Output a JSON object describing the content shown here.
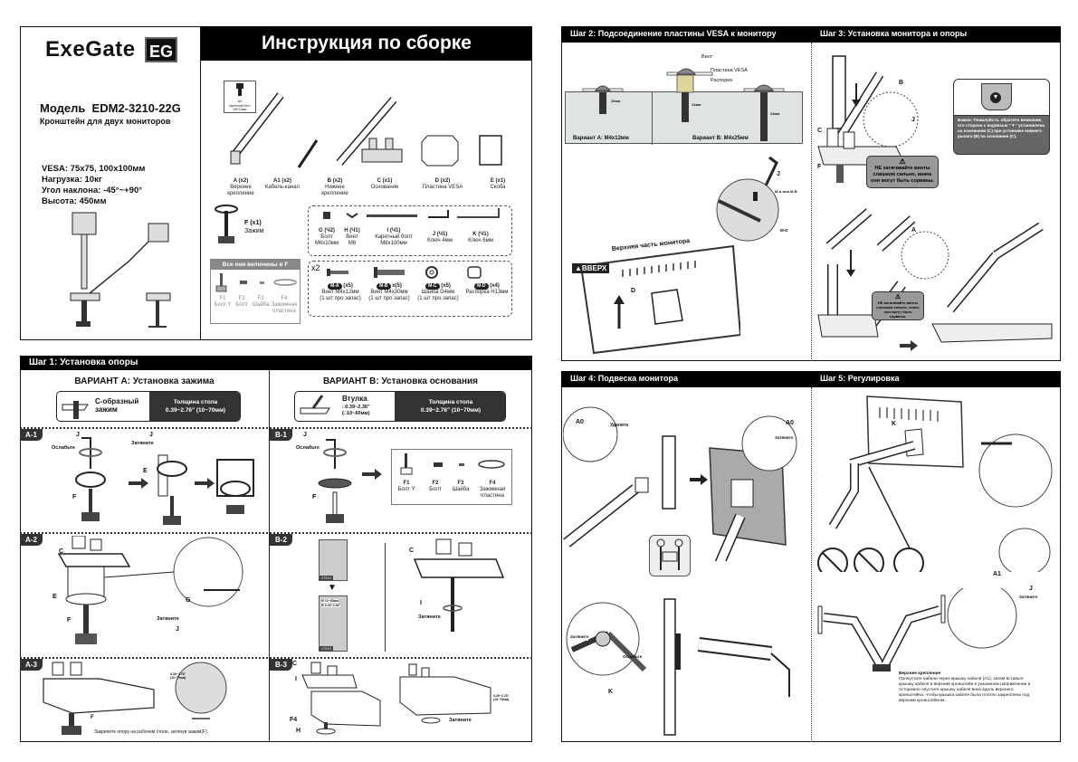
{
  "brand": {
    "name": "ExeGate",
    "logo_mark": "EG"
  },
  "header": {
    "title": "Инструкция по сборке"
  },
  "product": {
    "model": "Модель  EDM2-3210-22G",
    "subtitle": "Кронштейн для двух мониторов",
    "specs": [
      "VESA: 75x75, 100x100мм",
      "Нагрузка: 10кг",
      "Угол наклона: -45°~+90°",
      "Высота: 450мм"
    ]
  },
  "parts": {
    "a0": {
      "code": "A0",
      "desc": "каретный болт M8*10мм"
    },
    "main": [
      {
        "code": "A (x2)",
        "name": "Верхнее крепление"
      },
      {
        "code": "A1 (x2)",
        "name": "Кабель-канал"
      },
      {
        "code": "B (x2)",
        "name": "Нижнее крепление"
      },
      {
        "code": "C (x1)",
        "name": "Основание"
      },
      {
        "code": "D (x2)",
        "name": "Пластина VESA"
      },
      {
        "code": "E (x1)",
        "name": "Скоба"
      }
    ],
    "clamp": {
      "code": "F (x1)",
      "name": "Зажим"
    },
    "clamp_included_title": "Все они включены в F",
    "clamp_items": [
      {
        "code": "F1",
        "name": "Болт Y"
      },
      {
        "code": "F2",
        "name": "Болт"
      },
      {
        "code": "F3",
        "name": "Шайба"
      },
      {
        "code": "F4",
        "name": "Зажимная пластина"
      }
    ],
    "hardware": [
      {
        "code": "G (Ч2)",
        "name": "Болт",
        "size": "M6x10мм"
      },
      {
        "code": "H (Ч1)",
        "name": "Винт",
        "size": "M8"
      },
      {
        "code": "I (Ч1)",
        "name": "Каретный болт",
        "size": "M8x100мм"
      },
      {
        "code": "J (Ч1)",
        "name": "Ключ 4мм",
        "size": ""
      },
      {
        "code": "K (Ч1)",
        "name": "Ключ 6мм",
        "size": ""
      }
    ],
    "multiplier": "x2",
    "screws": [
      {
        "badge": "M-A",
        "qty": "(x5)",
        "name": "Винт M4x12мм",
        "note": "(1 шт про запас)"
      },
      {
        "badge": "M-B",
        "qty": "x(5)",
        "name": "Винт M4x30мм",
        "note": "(1 шт про запас)"
      },
      {
        "badge": "M-C",
        "qty": "(x5)",
        "name": "Шайба D4мм",
        "note": "(1 шт про запас)"
      },
      {
        "badge": "M-D",
        "qty": "(x4)",
        "name": "Распорка H13мм",
        "note": ""
      }
    ]
  },
  "step1": {
    "title": "Шаг 1: Установка опоры",
    "variant_a": {
      "title": "ВАРИАНТ A: Установка зажима",
      "mount_label": "С-образный зажим",
      "thickness_label": "Толщина стола",
      "thickness_value": "0.39~2.76\" (10~70мм)"
    },
    "variant_b": {
      "title": "ВАРИАНТ B: Установка основания",
      "mount_label": "Втулка",
      "mount_sub1": "□0.39~2.36\"",
      "mount_sub2": "(□10~60мм)",
      "thickness_label": "Толщина стола",
      "thickness_value": "0.39~2.76\" (10~70мм)"
    },
    "substeps": {
      "a1": {
        "tag": "A-1",
        "loosen": "Ослабьте",
        "tighten": "Затяните",
        "labels": [
          "J",
          "J",
          "E",
          "F"
        ]
      },
      "a2": {
        "tag": "A-2",
        "tighten": "Затяните",
        "labels": [
          "C",
          "E",
          "F",
          "G",
          "J"
        ]
      },
      "a3": {
        "tag": "A-3",
        "range": "0.39~2.76\" (10~70мм)",
        "note": "Закрепите опору на рабочем столе, затянув зажим(F).",
        "labels": [
          "F"
        ]
      },
      "b1": {
        "tag": "B-1",
        "loosen": "Ослабьте",
        "labels": [
          "J",
          "F"
        ]
      },
      "b2": {
        "tag": "B-2",
        "table": "СТОЛ",
        "hole1": "Φ 10~60мм",
        "hole2": "Φ 0.39~2.36\"",
        "tighten": "Затяните",
        "labels": [
          "C",
          "I"
        ]
      },
      "b3": {
        "tag": "B-3",
        "range": "0.39~2.76\" (10~70мм)",
        "tighten": "Затяните",
        "labels": [
          "C",
          "I",
          "F4",
          "H"
        ]
      }
    }
  },
  "step2": {
    "title": "Шаг 2: Подсоединение пластины VESA к монитору",
    "callouts": [
      "Винт",
      "Пластина VESA",
      "Распорка"
    ],
    "dims": [
      "10мм",
      "14мм",
      "23мм"
    ],
    "variant_a": "Вариант A: M4x12мм",
    "variant_b": "Вариант B: M4x25мм",
    "labels": [
      "J",
      "M-A или M-B",
      "M-D",
      "D"
    ],
    "monitor_top": "Верхняя часть монитора",
    "up_label": "ВВЕРХ"
  },
  "step3": {
    "title": "Шаг 3: Установка монитора и опоры",
    "labels": [
      "B",
      "C",
      "F",
      "J",
      "A"
    ],
    "warning": "НЕ затягивайте винты слишком сильно, иначе они могут быть сорваны.",
    "important": "Важно: Пожалуйста, обратите внимание, что сторона с надписью \"▼\" установлена на основании (C) при установке нижнего рычага (B) на основание (C)."
  },
  "step4": {
    "title": "Шаг 4: Подвеска монитора",
    "remove": "Удалите",
    "tighten": "Затяните",
    "loosen": "Ослабьте",
    "labels": [
      "A0",
      "A0",
      "K"
    ]
  },
  "step5": {
    "title": "Шаг 5: Регулировка",
    "labels": [
      "K",
      "A1",
      "J"
    ],
    "tighten": "Затяните",
    "note_title": "Верхнее крепление",
    "note_body": "Пропустите кабели через крышку кабеля (A1), затем вставьте крышку кабеля в верхний кронштейн в указанном направлении и осторожно опустите крышку кабеля вниз вдоль верхнего кронштейна, чтобы крышка кабеля была плотно закреплена под верхним кронштейном."
  }
}
